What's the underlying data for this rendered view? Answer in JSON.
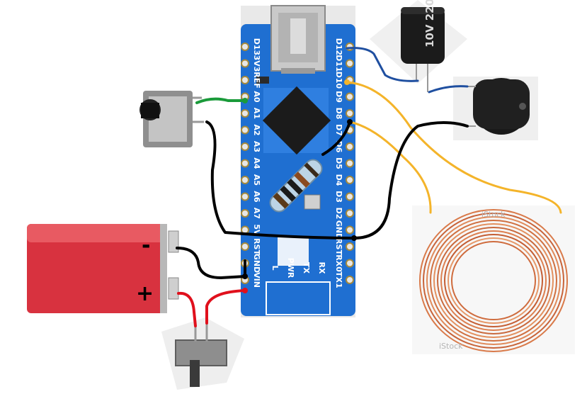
{
  "board": {
    "left_pins": [
      "D13",
      "3V3",
      "REF",
      "A0",
      "A1",
      "A2",
      "A3",
      "A4",
      "A5",
      "A6",
      "A7",
      "5V",
      "RST",
      "GND",
      "VIN"
    ],
    "right_pins": [
      "D12",
      "D11",
      "D10",
      "D9",
      "D8",
      "D7",
      "D6",
      "D5",
      "D4",
      "D3",
      "D2",
      "GND",
      "RST",
      "RX0",
      "TX1"
    ],
    "leds": [
      "L",
      "PWR",
      "TX",
      "RX"
    ]
  },
  "battery": {
    "minus": "-",
    "plus": "+"
  },
  "capacitor": {
    "label": "10V 220"
  },
  "watermark": "iStock",
  "colors": {
    "board": "#1f6fd1",
    "battery": "#d8323f",
    "wire_black": "#000000",
    "wire_red": "#e0101c",
    "wire_orange": "#f4b42a",
    "wire_green": "#1a9a3a",
    "wire_blue": "#1f4fa0",
    "copper": "#d97a4a"
  }
}
